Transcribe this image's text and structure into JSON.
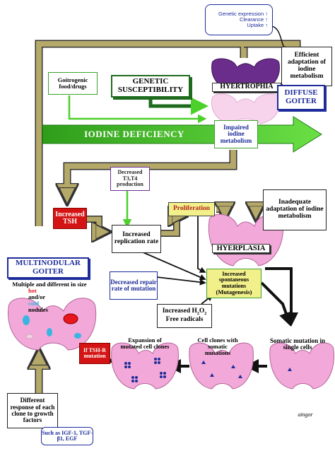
{
  "callout": {
    "line1": "Genetic expression",
    "line2": "Clearance",
    "line3": "Uptake",
    "arrow": "↑"
  },
  "efficient_adaptation": "Efficient adaptation of iodine metabolism",
  "goitrogenic": "Goitrogenic food/drugs",
  "genetic_susceptibility": "GENETIC SUSCEPTIBILITY",
  "hypertrophia": "HYERTROPHIA",
  "diffuse_goiter": "DIFFUSE GOITER",
  "iodine_deficiency": "IODINE DEFICIENCY",
  "impaired_iodine": "Impaired iodine metabolism",
  "decreased_t3t4": "Decreased T3,T4 production",
  "increased_tsh": "Increased TSH",
  "proliferation": "Proliferation",
  "inadequate_adaptation": "Inadequate adaptation of iodine metabolism",
  "increased_replication": "Increased replication rate",
  "hyperplasia": "HYERPLASIA",
  "multinodular_goiter": "MULTINODULAR GOITER",
  "multiple_text": "Multiple and different in size",
  "hot": "hot",
  "andor": "and/or",
  "cold": "cold",
  "nodules": "nodules",
  "decreased_repair": "Decreased repair rate of mutation",
  "spontaneous": "Increased spontaneous mutations",
  "mutagenesis": "(Mutagenesis)",
  "h2o2_prefix": "Increased H",
  "h2o2_sub1": "2",
  "h2o2_mid": "O",
  "h2o2_sub2": "2",
  "free_radicals": "Free radicals",
  "tshr_mutation": "If TSH-R mutation",
  "expansion": "Expansion of mutated cell clones",
  "cell_clones": "Cell clones with somatic mutations",
  "somatic_mutation": "Somatic mutation in single cells",
  "different_response": "Different response of each clone to growth factors",
  "such_as": "Such as IGF-1, TGF-β1, EGF",
  "signature": "aingor",
  "colors": {
    "olive_arrow": "#b5a96a",
    "green_arrow": "#4cd02a",
    "thyroid_pink": "#f2a8d8",
    "thyroid_purple": "#6a2d8c",
    "hot_red": "#e8161d",
    "cold_blue": "#38b6e0",
    "title_blue": "#1d2c9a"
  }
}
